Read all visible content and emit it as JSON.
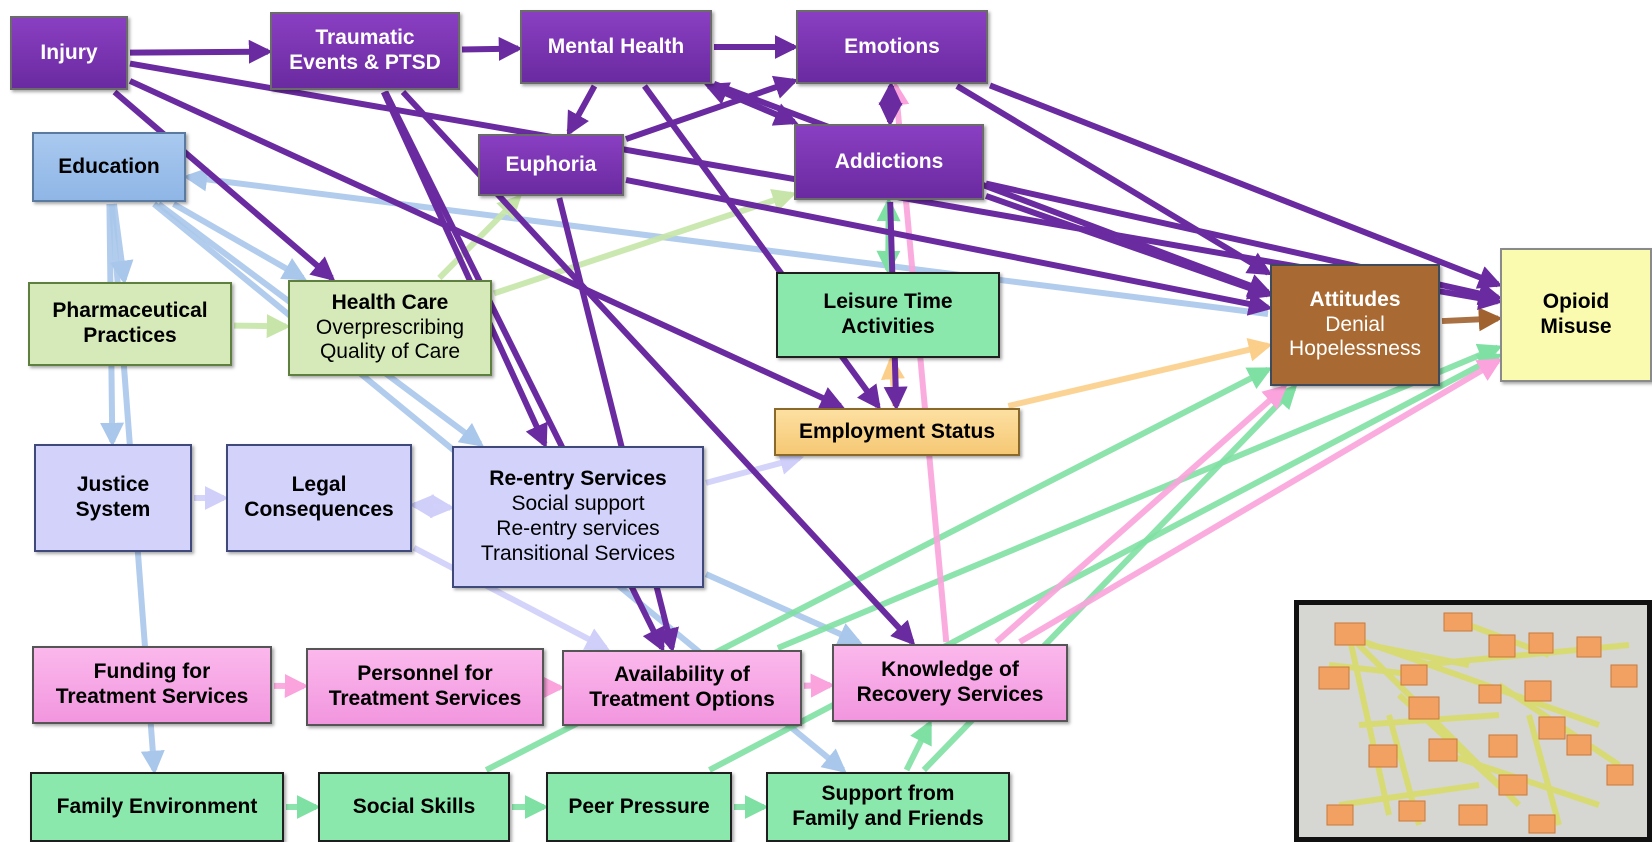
{
  "colors": {
    "purple": "#6a2aa0",
    "blue": "#a9c7ea",
    "light_green": "#c7e5a8",
    "lavender": "#cfcffa",
    "pink": "#fba3dc",
    "mint": "#7fe0a3",
    "tan": "#fbcf8a",
    "brown": "#a0622f",
    "yellow": "#fbfbb5"
  },
  "nodes": [
    {
      "id": "injury",
      "title": "Injury",
      "sub": [],
      "color": "purple"
    },
    {
      "id": "traumatic",
      "title": "Traumatic\nEvents & PTSD",
      "sub": [],
      "color": "purple"
    },
    {
      "id": "mental",
      "title": "Mental Health",
      "sub": [],
      "color": "purple"
    },
    {
      "id": "emotions",
      "title": "Emotions",
      "sub": [],
      "color": "purple"
    },
    {
      "id": "euphoria",
      "title": "Euphoria",
      "sub": [],
      "color": "purple"
    },
    {
      "id": "addictions",
      "title": "Addictions",
      "sub": [],
      "color": "purple"
    },
    {
      "id": "education",
      "title": "Education",
      "sub": [],
      "color": "blue"
    },
    {
      "id": "pharma",
      "title": "Pharmaceutical\nPractices",
      "sub": [],
      "color": "green"
    },
    {
      "id": "healthcare",
      "title": "Health Care",
      "sub": [
        "Overprescribing",
        "Quality of Care"
      ],
      "color": "green"
    },
    {
      "id": "leisure",
      "title": "Leisure Time\nActivities",
      "sub": [],
      "color": "mint"
    },
    {
      "id": "employment",
      "title": "Employment Status",
      "sub": [],
      "color": "tan"
    },
    {
      "id": "attitudes",
      "title": "Attitudes",
      "sub": [
        "Denial",
        "Hopelessness"
      ],
      "color": "brown"
    },
    {
      "id": "opioid",
      "title": "Opioid\nMisuse",
      "sub": [],
      "color": "yellow"
    },
    {
      "id": "justice",
      "title": "Justice\nSystem",
      "sub": [],
      "color": "lav"
    },
    {
      "id": "legal",
      "title": "Legal\nConsequences",
      "sub": [],
      "color": "lav"
    },
    {
      "id": "reentry",
      "title": "Re-entry Services",
      "sub": [
        "Social support",
        "Re-entry services",
        "Transitional Services"
      ],
      "color": "lav"
    },
    {
      "id": "funding",
      "title": "Funding for\nTreatment Services",
      "sub": [],
      "color": "pink"
    },
    {
      "id": "personnel",
      "title": "Personnel for\nTreatment Services",
      "sub": [],
      "color": "pink"
    },
    {
      "id": "availability",
      "title": "Availability of\nTreatment Options",
      "sub": [],
      "color": "pink"
    },
    {
      "id": "knowledge",
      "title": "Knowledge of\nRecovery Services",
      "sub": [],
      "color": "pink"
    },
    {
      "id": "family",
      "title": "Family Environment",
      "sub": [],
      "color": "mint"
    },
    {
      "id": "social",
      "title": "Social Skills",
      "sub": [],
      "color": "mint"
    },
    {
      "id": "peer",
      "title": "Peer Pressure",
      "sub": [],
      "color": "mint"
    },
    {
      "id": "support",
      "title": "Support from\nFamily and Friends",
      "sub": [],
      "color": "mint"
    }
  ],
  "edges": [
    {
      "from": "injury",
      "to": "traumatic",
      "color": "purple"
    },
    {
      "from": "injury",
      "to": "healthcare",
      "color": "purple"
    },
    {
      "from": "injury",
      "to": "employment",
      "color": "purple"
    },
    {
      "from": "injury",
      "to": "opioid",
      "color": "purple"
    },
    {
      "from": "traumatic",
      "to": "mental",
      "color": "purple"
    },
    {
      "from": "traumatic",
      "to": "reentry",
      "color": "purple"
    },
    {
      "from": "traumatic",
      "to": "availability",
      "color": "purple"
    },
    {
      "from": "traumatic",
      "to": "knowledge",
      "color": "purple"
    },
    {
      "from": "mental",
      "to": "emotions",
      "color": "purple"
    },
    {
      "from": "mental",
      "to": "euphoria",
      "color": "purple"
    },
    {
      "from": "mental",
      "to": "addictions",
      "color": "purple"
    },
    {
      "from": "mental",
      "to": "employment",
      "color": "purple"
    },
    {
      "from": "mental",
      "to": "attitudes",
      "color": "purple"
    },
    {
      "from": "addictions",
      "to": "mental",
      "color": "purple"
    },
    {
      "from": "euphoria",
      "to": "emotions",
      "color": "purple"
    },
    {
      "from": "euphoria",
      "to": "attitudes",
      "color": "purple"
    },
    {
      "from": "euphoria",
      "to": "availability",
      "color": "purple"
    },
    {
      "from": "emotions",
      "to": "addictions",
      "color": "purple"
    },
    {
      "from": "addictions",
      "to": "emotions",
      "color": "purple"
    },
    {
      "from": "emotions",
      "to": "attitudes",
      "color": "purple"
    },
    {
      "from": "emotions",
      "to": "opioid",
      "color": "purple"
    },
    {
      "from": "addictions",
      "to": "attitudes",
      "color": "purple"
    },
    {
      "from": "addictions",
      "to": "opioid",
      "color": "purple"
    },
    {
      "from": "addictions",
      "to": "employment",
      "color": "purple"
    },
    {
      "from": "leisure",
      "to": "addictions",
      "color": "mint"
    },
    {
      "from": "addictions",
      "to": "leisure",
      "color": "mint"
    },
    {
      "from": "employment",
      "to": "leisure",
      "color": "tan"
    },
    {
      "from": "employment",
      "to": "attitudes",
      "color": "tan"
    },
    {
      "from": "attitudes",
      "to": "opioid",
      "color": "brown"
    },
    {
      "from": "attitudes",
      "to": "education",
      "color": "blue"
    },
    {
      "from": "education",
      "to": "pharma",
      "color": "blue"
    },
    {
      "from": "education",
      "to": "justice",
      "color": "blue"
    },
    {
      "from": "education",
      "to": "healthcare",
      "color": "blue"
    },
    {
      "from": "education",
      "to": "reentry",
      "color": "blue"
    },
    {
      "from": "education",
      "to": "family",
      "color": "blue"
    },
    {
      "from": "education",
      "to": "support",
      "color": "blue"
    },
    {
      "from": "reentry",
      "to": "knowledge",
      "color": "blue"
    },
    {
      "from": "pharma",
      "to": "healthcare",
      "color": "light_green"
    },
    {
      "from": "healthcare",
      "to": "euphoria",
      "color": "light_green"
    },
    {
      "from": "healthcare",
      "to": "addictions",
      "color": "light_green"
    },
    {
      "from": "justice",
      "to": "legal",
      "color": "lavender"
    },
    {
      "from": "legal",
      "to": "reentry",
      "color": "lavender"
    },
    {
      "from": "reentry",
      "to": "legal",
      "color": "lavender"
    },
    {
      "from": "legal",
      "to": "availability",
      "color": "lavender"
    },
    {
      "from": "reentry",
      "to": "employment",
      "color": "lavender"
    },
    {
      "from": "availability",
      "to": "knowledge",
      "color": "lavender"
    },
    {
      "from": "funding",
      "to": "personnel",
      "color": "pink"
    },
    {
      "from": "personnel",
      "to": "availability",
      "color": "pink"
    },
    {
      "from": "availability",
      "to": "knowledge",
      "color": "pink"
    },
    {
      "from": "knowledge",
      "to": "emotions",
      "color": "pink"
    },
    {
      "from": "knowledge",
      "to": "attitudes",
      "color": "pink"
    },
    {
      "from": "knowledge",
      "to": "opioid",
      "color": "pink"
    },
    {
      "from": "family",
      "to": "social",
      "color": "mint"
    },
    {
      "from": "social",
      "to": "peer",
      "color": "mint"
    },
    {
      "from": "social",
      "to": "attitudes",
      "color": "mint"
    },
    {
      "from": "peer",
      "to": "support",
      "color": "mint"
    },
    {
      "from": "peer",
      "to": "opioid",
      "color": "mint"
    },
    {
      "from": "support",
      "to": "knowledge",
      "color": "mint"
    },
    {
      "from": "support",
      "to": "attitudes",
      "color": "mint"
    },
    {
      "from": "availability",
      "to": "opioid",
      "color": "mint"
    }
  ]
}
